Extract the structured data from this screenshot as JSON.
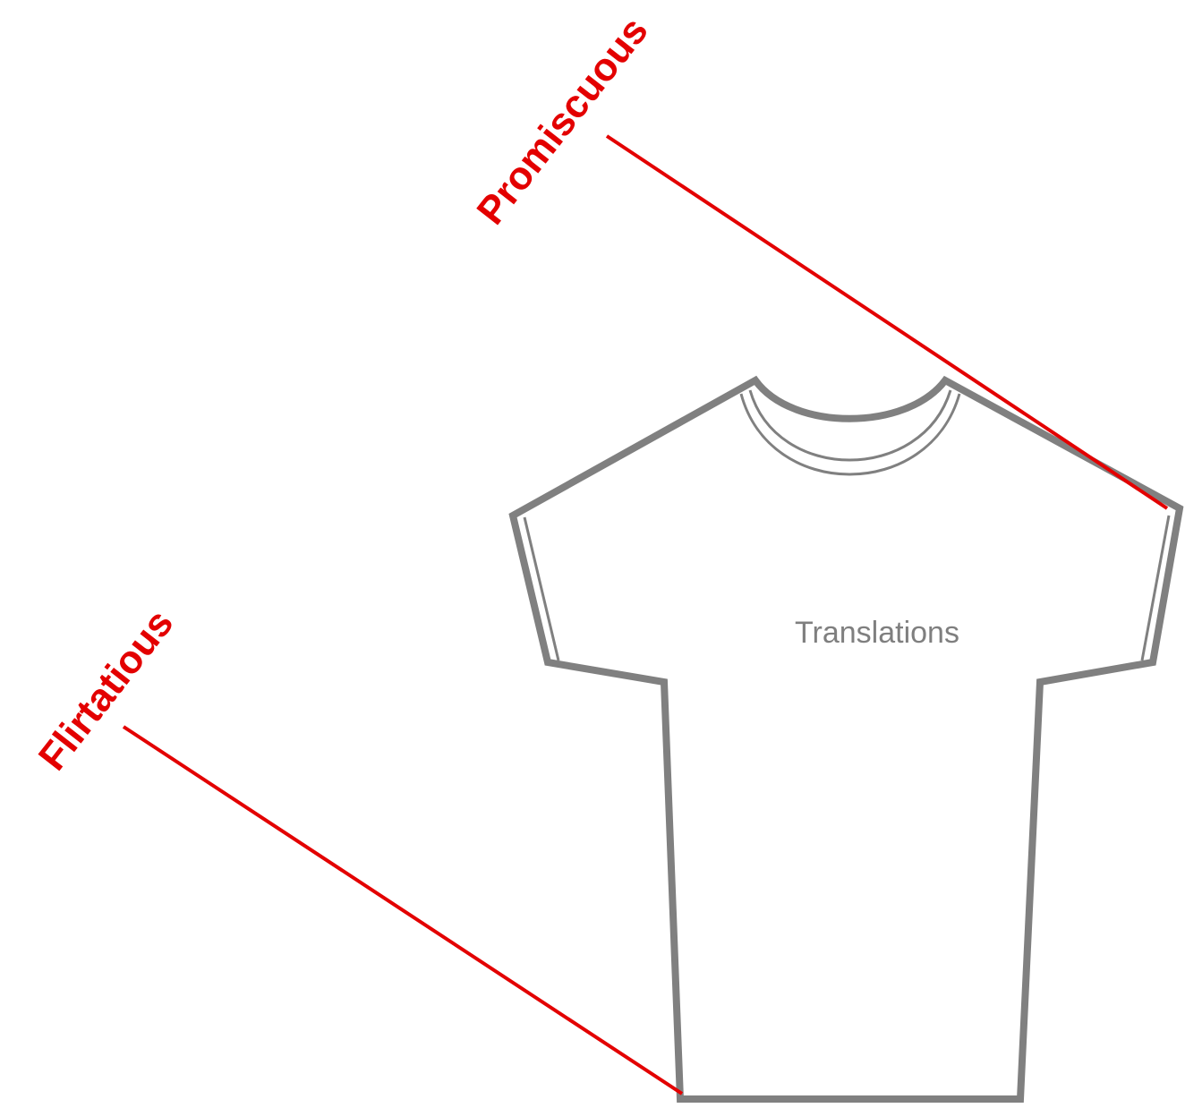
{
  "shirt": {
    "label": "Translations"
  },
  "callouts": [
    {
      "label": "Promiscuous"
    },
    {
      "label": "Flirtatious"
    }
  ],
  "colors": {
    "outline": "#808080",
    "callout": "#e30000",
    "label_text": "#7f7f7f",
    "background": "#ffffff"
  },
  "icons": {
    "shirt": "tshirt-outline-icon"
  }
}
